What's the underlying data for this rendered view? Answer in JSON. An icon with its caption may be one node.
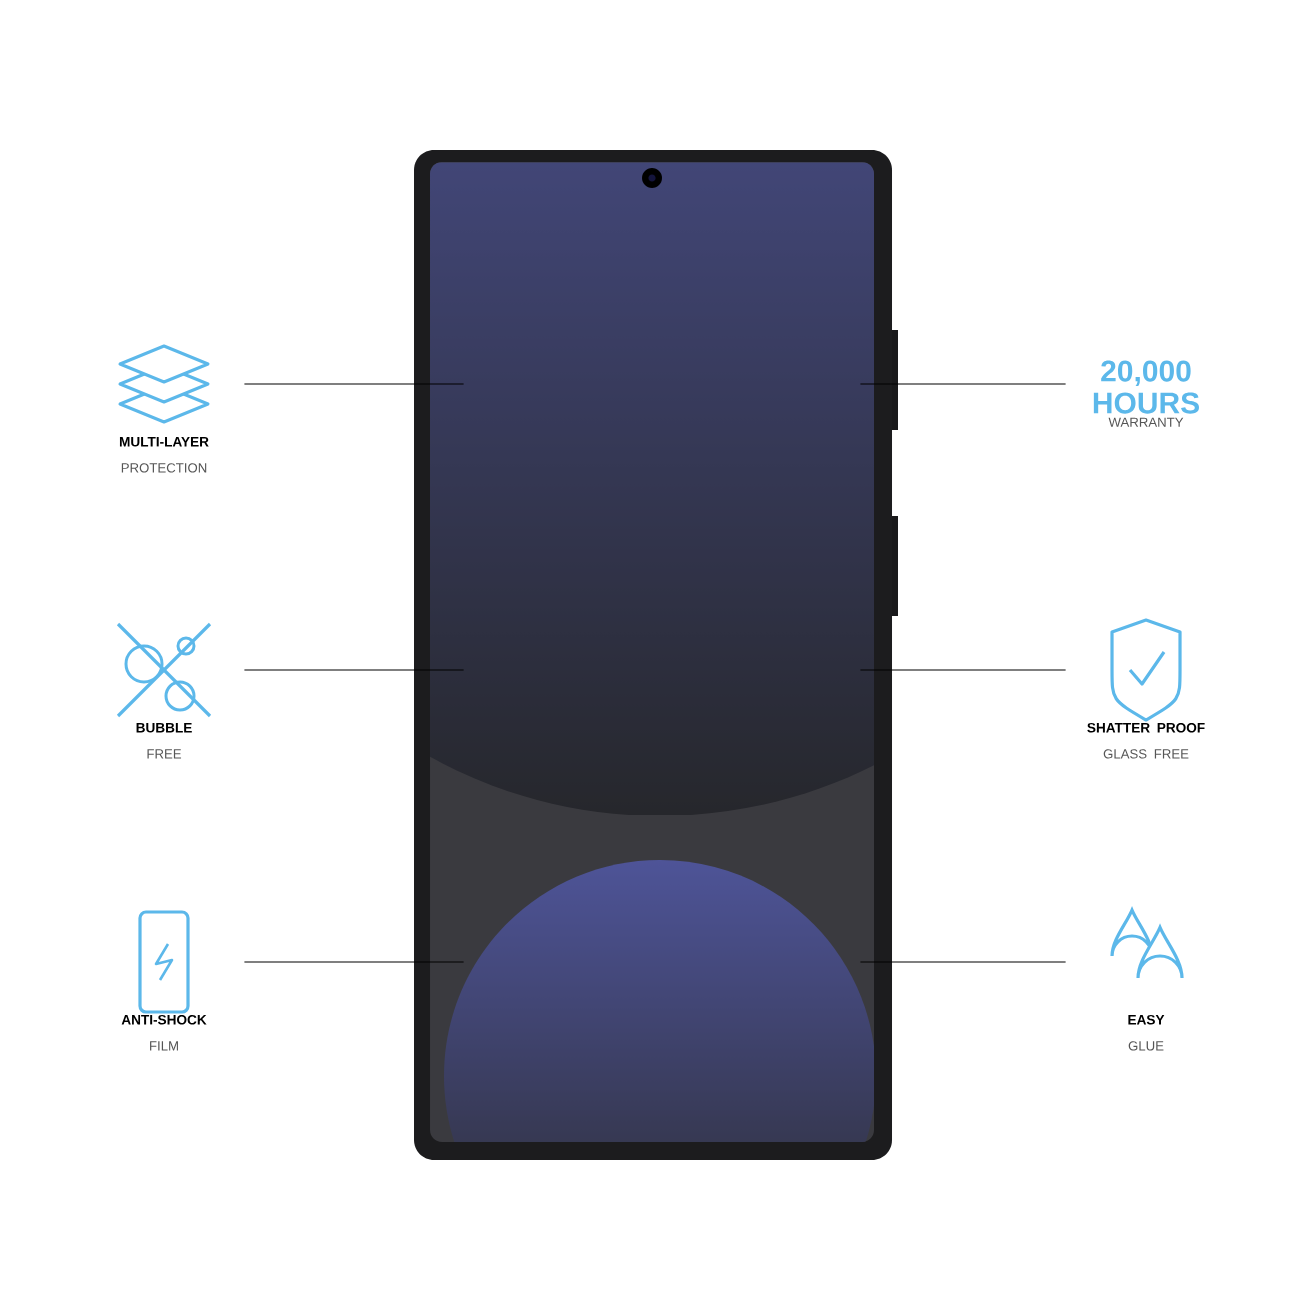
{
  "diagram": {
    "nodes": [
      {
        "text": [
          "MULTI-LAYER",
          "PROTECTION"
        ]
      },
      {
        "text": [
          "20,000 HOURS",
          "WARRANTY"
        ]
      },
      {
        "text": [
          "BUBBLE",
          "FREE"
        ]
      },
      {
        "text": [
          "SHATTER PROOF",
          "GLASS FREE"
        ]
      },
      {
        "text": [
          "ANTI-SHOCK",
          "FILM"
        ]
      },
      {
        "text": [
          "EASY",
          "GLUE"
        ]
      },
      {
        "text": [],
        "shape": "picture"
      }
    ],
    "edges": [
      {
        "from": 0,
        "to": 6,
        "arrow": "none"
      },
      {
        "from": 1,
        "to": 6,
        "arrow": "none"
      },
      {
        "from": 2,
        "to": 6,
        "arrow": "none"
      },
      {
        "from": 3,
        "to": 6,
        "arrow": "none"
      },
      {
        "from": 4,
        "to": 6,
        "arrow": "none"
      },
      {
        "from": 5,
        "to": 6,
        "arrow": "none"
      }
    ]
  }
}
